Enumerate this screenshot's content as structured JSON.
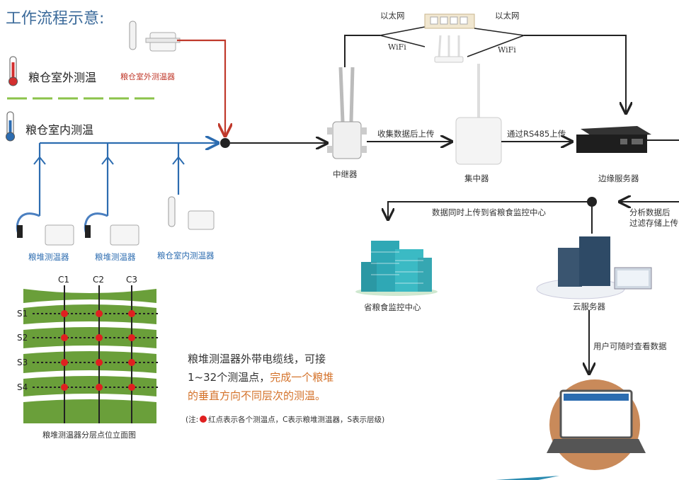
{
  "title": "工作流程示意:",
  "legend": {
    "outside_temp": "粮仓室外测温",
    "inside_temp": "粮仓室内测温"
  },
  "sensors": {
    "outside_sensor": "粮仓室外测温器",
    "pile_sensor_1": "粮堆测温器",
    "pile_sensor_2": "粮堆测温器",
    "inside_sensor": "粮仓室内测温器"
  },
  "network": {
    "ethernet_left": "以太网",
    "ethernet_right": "以太网",
    "wifi_left": "WiFi",
    "wifi_right": "WiFi"
  },
  "nodes": {
    "repeater": "中继器",
    "concentrator": "集中器",
    "edge_server": "边缘服务器",
    "provincial_center": "省粮食监控中心",
    "cloud_server": "云服务器"
  },
  "flows": {
    "collect_upload": "收集数据后上传",
    "rs485_upload": "通过RS485上传",
    "upload_provincial": "数据同时上传到省粮食监控中心",
    "analyze_line1": "分析数据后",
    "analyze_line2": "过滤存储上传",
    "user_view": "用户可随时查看数据"
  },
  "grid": {
    "columns": [
      "C1",
      "C2",
      "C3"
    ],
    "rows": [
      "S1",
      "S2",
      "S3",
      "S4"
    ],
    "caption": "粮堆测温器分层点位立面图"
  },
  "description": {
    "line1": "粮堆测温器外带电缆线，可接",
    "line2_a": "1~32个测温点，",
    "line2_b": "完成一个粮堆",
    "line3": "的垂直方向不同层次的测温。",
    "note_a": "(注:",
    "note_b": "红点表示各个测温点，C表示粮堆测温器，S表示层级)"
  },
  "colors": {
    "title": "#3b6a9a",
    "blue_line": "#2c6cb0",
    "red_line": "#c0392b",
    "green_dash": "#8bc34a",
    "grain_green": "#6a9f3a",
    "highlight": "#d4722a",
    "dot_red": "#e02020"
  }
}
